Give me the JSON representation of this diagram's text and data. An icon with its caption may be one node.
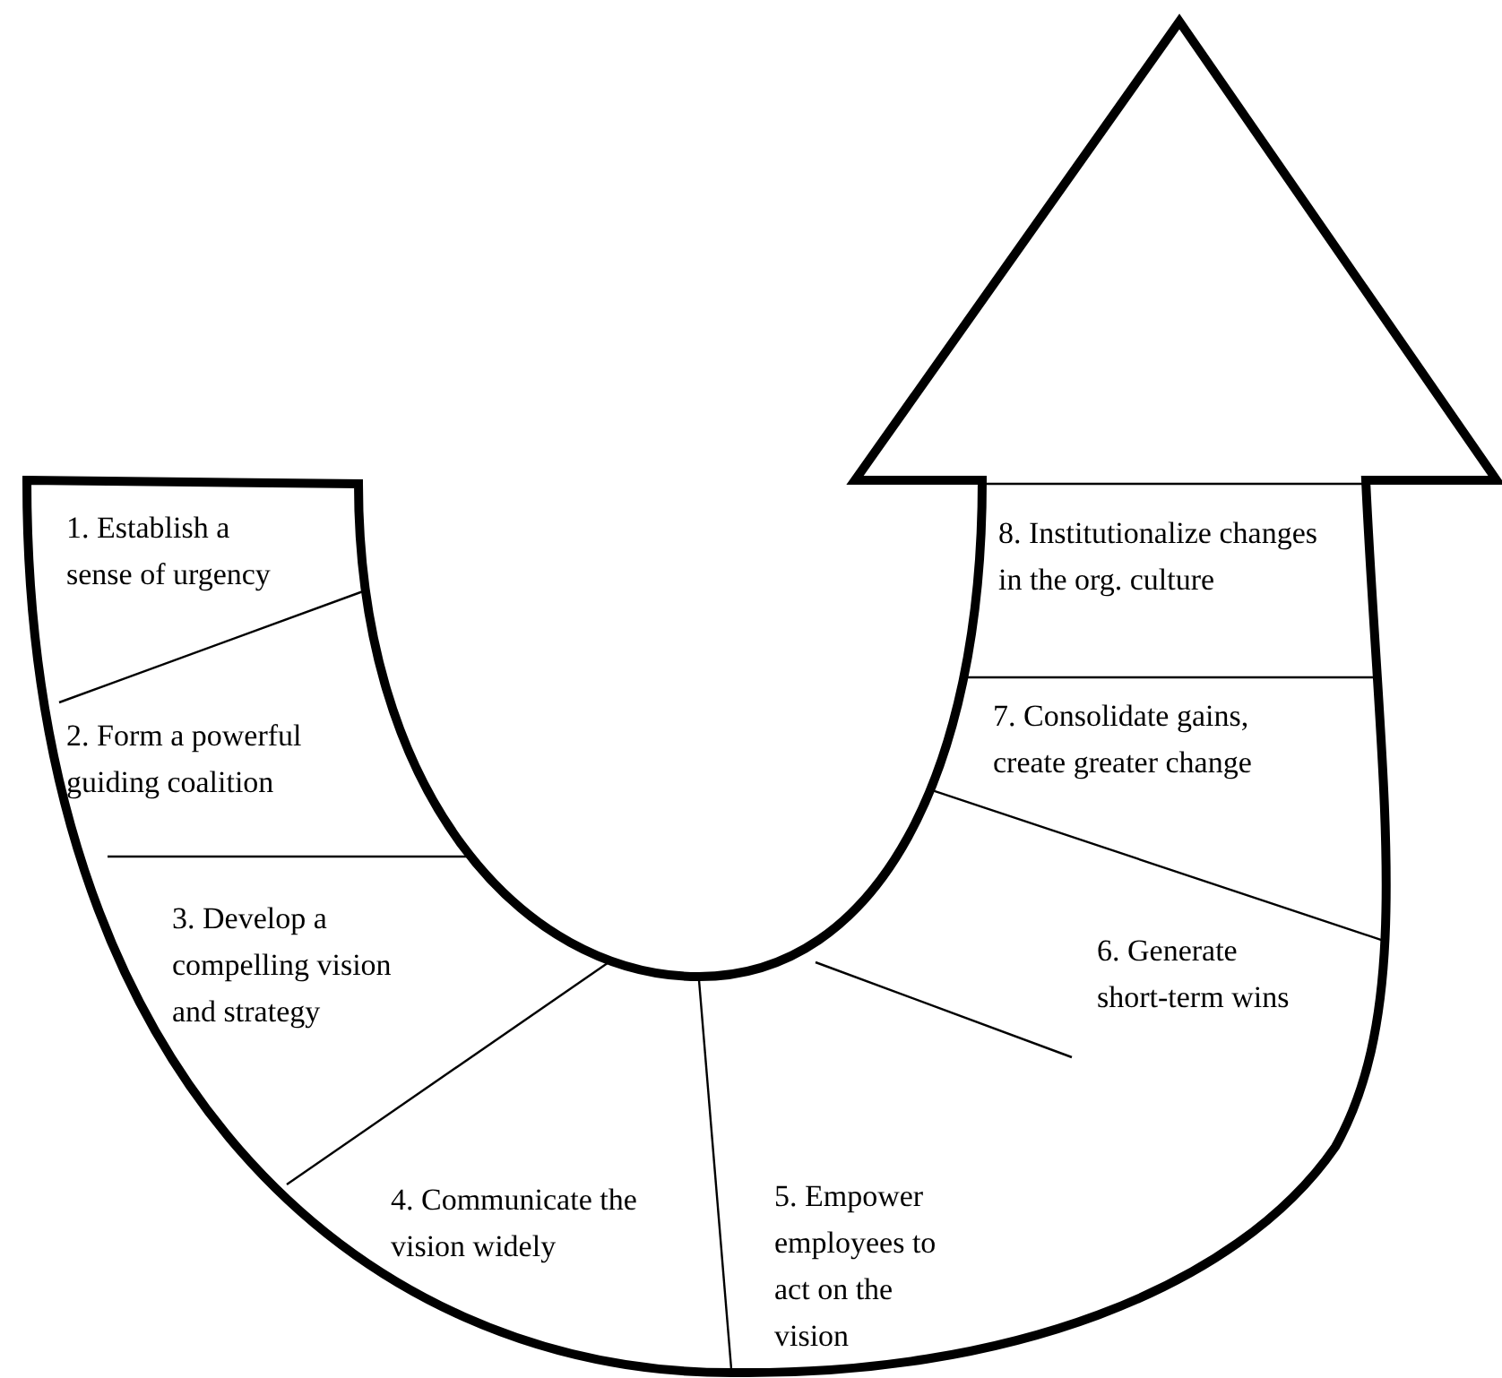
{
  "diagram": {
    "nodes": [
      {
        "text": [
          "1. Establish a sense of urgency"
        ]
      },
      {
        "text": [
          "2. Form a powerful guiding coalition"
        ]
      },
      {
        "text": [
          "3. Develop a compelling vision and strategy"
        ]
      },
      {
        "text": [
          "4. Communicate the vision widely"
        ]
      },
      {
        "text": [
          "5. Empower employees to act on the vision"
        ]
      },
      {
        "text": [
          "6. Generate short-term wins"
        ]
      },
      {
        "text": [
          "7. Consolidate gains, create greater change"
        ]
      },
      {
        "text": [
          "8. Institutionalize changes in the org. culture"
        ]
      }
    ]
  }
}
